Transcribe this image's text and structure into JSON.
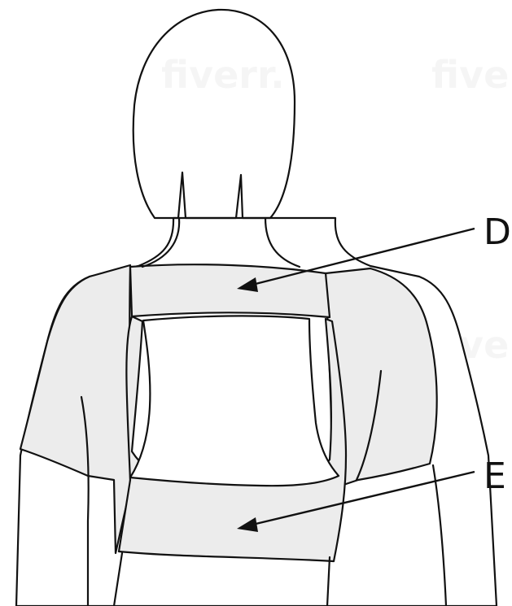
{
  "callouts": {
    "upper_band": "D",
    "lower_band": "E"
  },
  "watermark": "fiverr.",
  "colors": {
    "line": "#111111",
    "garment_fill": "#ececec",
    "background": "#ffffff"
  }
}
